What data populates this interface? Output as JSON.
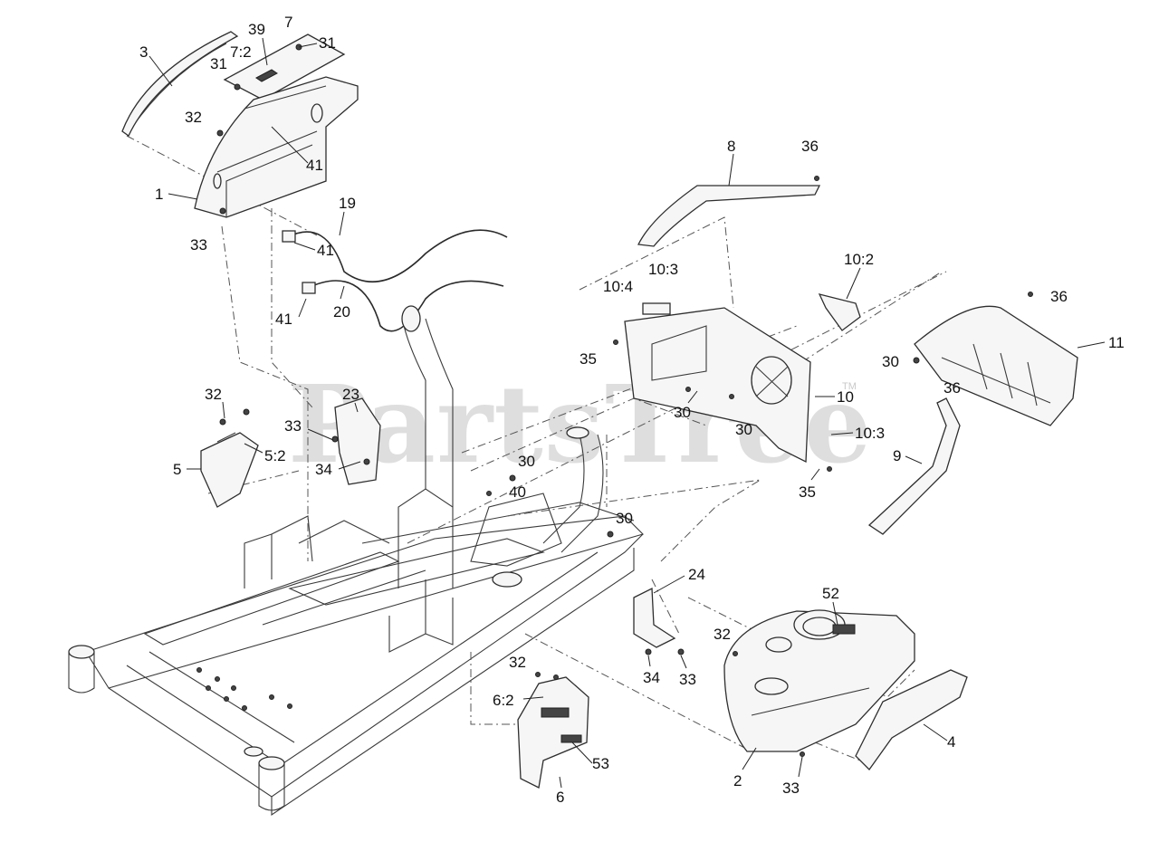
{
  "watermark": {
    "text": "PartsTree",
    "trademark": "TM"
  },
  "callouts": [
    "3",
    "39",
    "7",
    "31",
    "7:2",
    "31",
    "32",
    "41",
    "1",
    "33",
    "19",
    "41",
    "20",
    "41",
    "8",
    "36",
    "10:3",
    "10:4",
    "10:2",
    "36",
    "11",
    "35",
    "30",
    "30",
    "10",
    "30",
    "36",
    "10:3",
    "9",
    "35",
    "32",
    "23",
    "33",
    "5:2",
    "5",
    "34",
    "30",
    "40",
    "30",
    "24",
    "52",
    "32",
    "34",
    "33",
    "32",
    "6:2",
    "53",
    "6",
    "4",
    "2",
    "33"
  ]
}
